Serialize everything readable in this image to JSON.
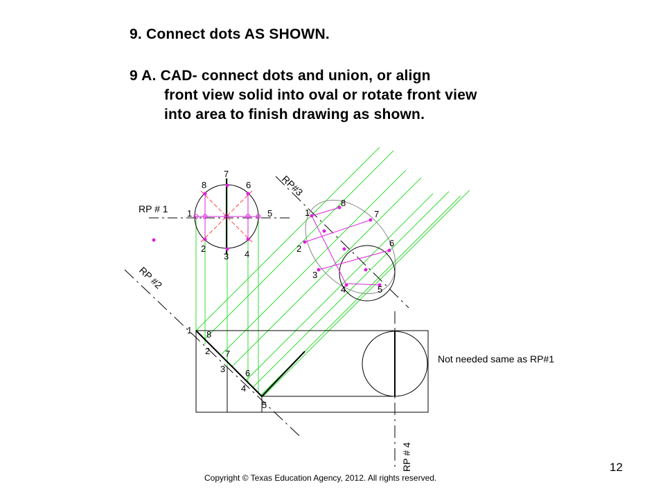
{
  "instructions": {
    "step9": "9.    Connect dots AS SHOWN.",
    "step9a_line1": "9 A. CAD- connect dots and union, or align",
    "step9a_line2": "front view solid into oval or rotate front view",
    "step9a_line3": "into area to finish drawing as shown."
  },
  "labels": {
    "rp1": "RP # 1",
    "rp2": "RP #2",
    "rp3": "RP#3",
    "rp4": "RP # 4",
    "note": "Not needed same as RP#1"
  },
  "front_view_points": [
    "1",
    "2",
    "3",
    "4",
    "5",
    "6",
    "7",
    "8"
  ],
  "oval_points": [
    "1",
    "2",
    "3",
    "4",
    "5",
    "6",
    "7",
    "8"
  ],
  "miter_points": [
    "1",
    "2",
    "3",
    "4",
    "5",
    "6",
    "7",
    "8"
  ],
  "footer": {
    "copyright": "Copyright © Texas Education Agency, 2012. All rights reserved.",
    "page_number": "12"
  },
  "colors": {
    "projection_green": "#33dd33",
    "point_magenta": "#dd22dd",
    "center_red": "#ff4444",
    "outline": "#000000",
    "oval_gray": "#888888"
  }
}
